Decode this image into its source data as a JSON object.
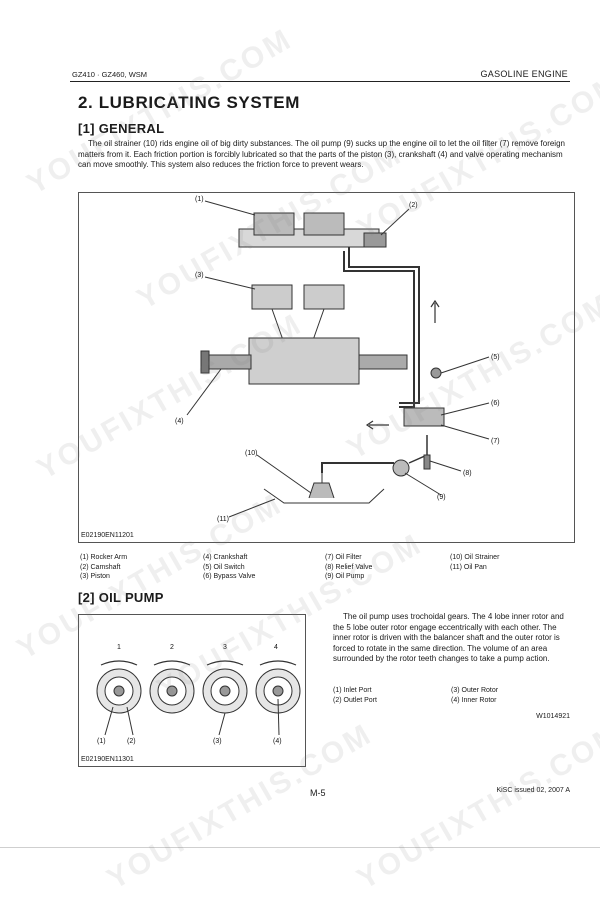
{
  "header": {
    "model": "GZ410 · GZ460, WSM",
    "section": "GASOLINE ENGINE"
  },
  "title": "2.  LUBRICATING SYSTEM",
  "general": {
    "heading": "[1]  GENERAL",
    "text": "The oil strainer (10) rids engine oil of big dirty substances. The oil pump (9) sucks up the engine oil to let the oil filter (7) remove foreign matters from it. Each friction portion is forcibly lubricated so that the parts of the piston (3), crankshaft (4) and valve operating mechanism can move smoothly. This system also reduces the friction force to prevent wears."
  },
  "figure1": {
    "code": "E02190EN11201",
    "callouts": [
      "(1)",
      "(2)",
      "(3)",
      "(4)",
      "(5)",
      "(6)",
      "(7)",
      "(8)",
      "(9)",
      "(10)",
      "(11)"
    ]
  },
  "legend": {
    "col1": [
      "(1)  Rocker Arm",
      "(2)  Camshaft",
      "(3)  Piston"
    ],
    "col2": [
      "(4)  Crankshaft",
      "(5)  Oil Switch",
      "(6)  Bypass Valve"
    ],
    "col3": [
      "(7)  Oil Filter",
      "(8)  Relief Valve",
      "(9)  Oil Pump"
    ],
    "col4": [
      "(10) Oil Strainer",
      "(11) Oil Pan"
    ]
  },
  "oil_pump": {
    "heading": "[2]  OIL PUMP",
    "text": "The oil pump uses trochoidal gears. The 4 lobe inner rotor and the 5 lobe outer rotor engage eccentrically with each other. The inner rotor is driven with the balancer shaft and the outer rotor is forced to rotate in the same direction. The volume of an area surrounded by the rotor teeth changes to take a pump action.",
    "legend_col1": [
      "(1)  Inlet Port",
      "(2)  Outlet Port"
    ],
    "legend_col2": [
      "(3)  Outer Rotor",
      "(4)  Inner Rotor"
    ],
    "code": "W1014921"
  },
  "figure2": {
    "code": "E02190EN11301",
    "step_labels": [
      "1",
      "2",
      "3",
      "4"
    ],
    "callouts": [
      "(1)",
      "(2)",
      "(3)",
      "(4)"
    ]
  },
  "footer": {
    "page": "M-5",
    "issued": "KiSC issued 02, 2007 A"
  },
  "watermark": "YOUFIXTHIS.COM"
}
